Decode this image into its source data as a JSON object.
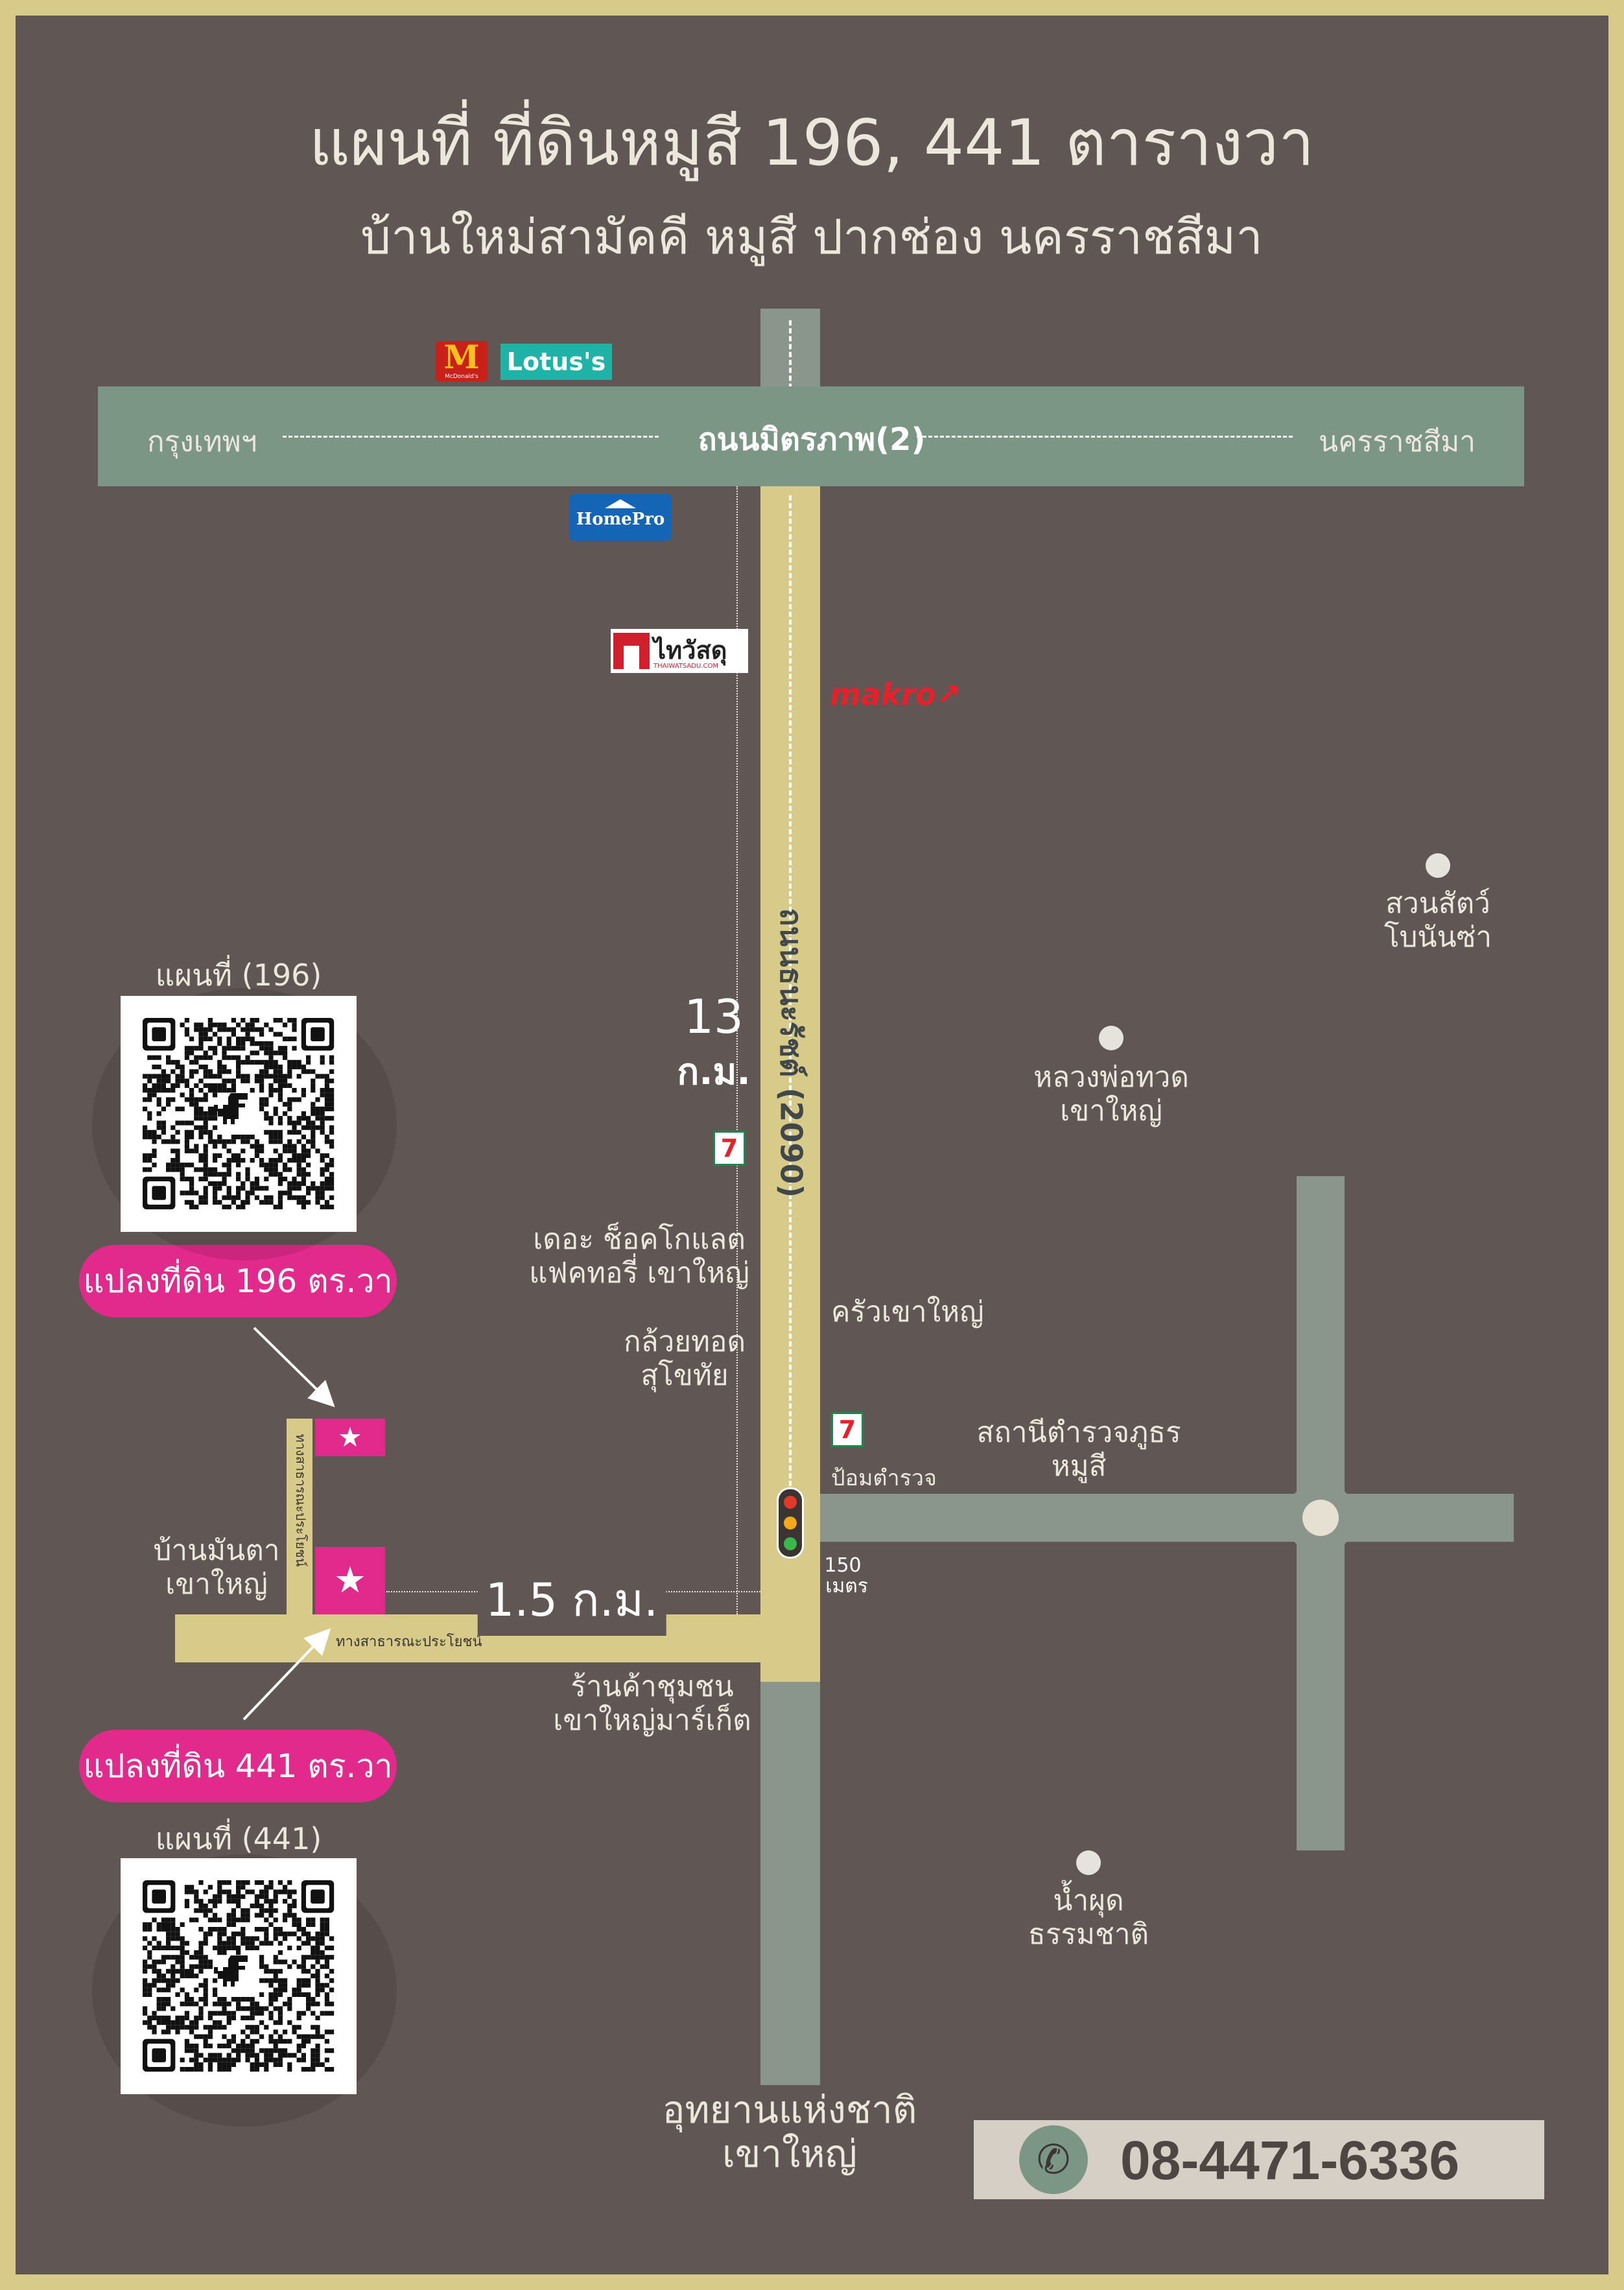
{
  "title": "แผนที่ ที่ดินหมูสี 196, 441 ตารางวา",
  "subtitle": "บ้านใหม่สามัคคี หมูสี ปากช่อง นครราชสีมา",
  "main_road": {
    "name": "ถนนมิตรภาพ(2)",
    "left_dir": "กรุงเทพฯ",
    "right_dir": "นครราชสีมา"
  },
  "vertical_road": {
    "name": "ถนนธนะรัชต์ (2090)"
  },
  "side_road_label": "ทางสาธารณะประโยชน์",
  "side_road_label_vertical": "ทางสาธารณะประโยชน์",
  "distances": {
    "main_value": "13",
    "main_unit": "ก.ม.",
    "side": "1.5 ก.ม.",
    "small_value": "150",
    "small_unit": "เมตร"
  },
  "brands": {
    "mcdonalds": "McDonald's",
    "lotus": "Lotus's",
    "homepro": "HomePro",
    "thaiwatsadu": "ไทวัสดุ",
    "thaiwatsadu_sub": "THAIWATSADU.COM",
    "makro": "makro",
    "seven_eleven": "7"
  },
  "places": {
    "chocolate": "เดอะ ช็อคโกแลต\nแฟคทอรี่ เขาใหญ่",
    "kluay": "กล้วยทอด\nสุโขทัย",
    "krua": "ครัวเขาใหญ่",
    "pom": "ป้อมตำรวจ",
    "police": "สถานีตำรวจภูธร\nหมูสี",
    "banmanta": "บ้านมันตา\nเขาใหญ่",
    "community": "ร้านค้าชุมชน\nเขาใหญ่มาร์เก็ต",
    "park": "อุทยานแห่งชาติ\nเขาใหญ่",
    "zoo": "สวนสัตว์\nโบนันซ่า",
    "luangpor": "หลวงพ่อทวด\nเขาใหญ่",
    "waterfall": "น้ำผุด\nธรรมชาติ"
  },
  "plots": {
    "qr196_label": "แผนที่ (196)",
    "qr441_label": "แผนที่ (441)",
    "plot196": "แปลงที่ดิน 196 ตร.วา",
    "plot441": "แปลงที่ดิน 441 ตร.วา",
    "star": "★"
  },
  "phone": "08-4471-6336",
  "colors": {
    "background": "#605654",
    "border": "#d8cb8a",
    "main_road": "#7b9685",
    "yellow_road": "#d8cb8a",
    "grey_road": "#8a968c",
    "plot_pink": "#e22a8c",
    "text_light": "#ece6dd",
    "phone_box": "#d6cfc6",
    "phone_text": "#4e4642",
    "makro_red": "#e8202a",
    "lotus_teal": "#1fb3a8",
    "homepro_blue": "#1565b6"
  }
}
